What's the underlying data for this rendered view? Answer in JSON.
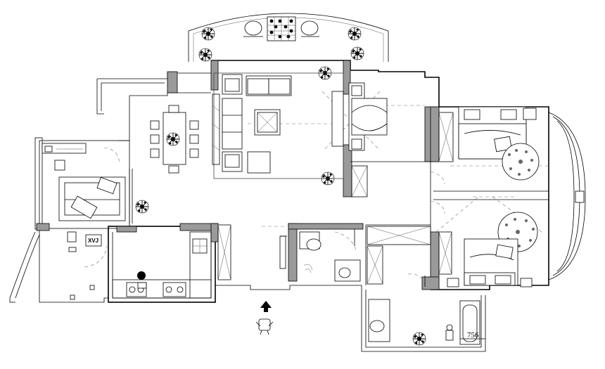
{
  "plan": {
    "dimension_label": "756",
    "tv_label": "XVJ",
    "entrance": "arrow-up"
  },
  "colors": {
    "line": "#000000",
    "wall_fill": "#9a9a9a",
    "background": "#ffffff"
  }
}
